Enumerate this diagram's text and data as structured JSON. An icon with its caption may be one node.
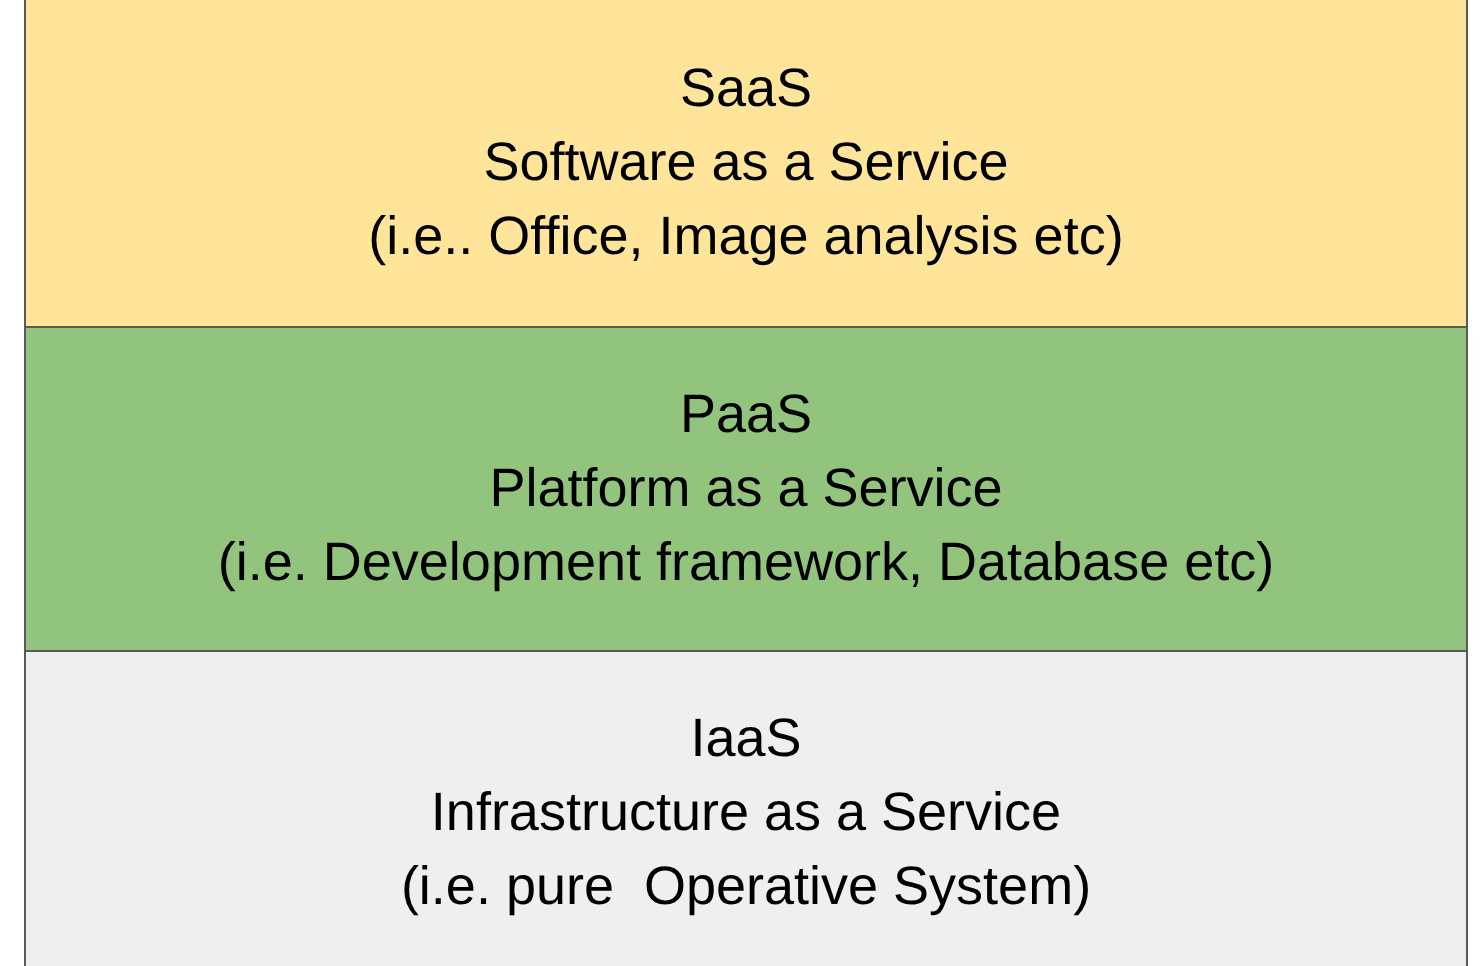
{
  "diagram": {
    "nodes": [
      {
        "text": [
          "SaaS",
          "Software as a Service",
          "(i.e.. Office, Image analysis etc)"
        ]
      },
      {
        "text": [
          "PaaS",
          "Platform as a Service",
          "(i.e. Development framework, Database etc)"
        ]
      },
      {
        "text": [
          "IaaS",
          "Infrastructure as a Service",
          "(i.e. pure  Operative System)"
        ]
      }
    ]
  }
}
